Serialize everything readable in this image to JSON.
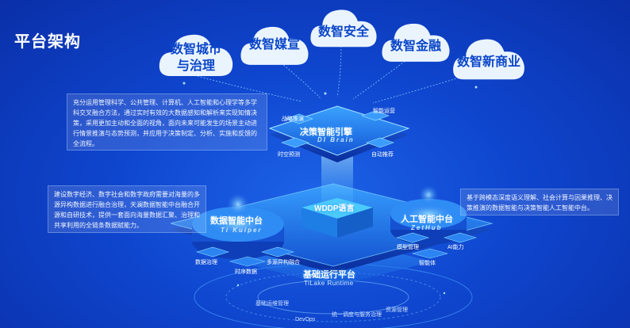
{
  "page_title": "平台架构",
  "clouds": [
    {
      "line1": "数智城市",
      "line2": "与治理"
    },
    {
      "line1": "数智媒宣",
      "line2": ""
    },
    {
      "line1": "数智安全",
      "line2": ""
    },
    {
      "line1": "数智金融",
      "line2": ""
    },
    {
      "line1": "数智新商业",
      "line2": ""
    }
  ],
  "top_layer": {
    "title": "决策智能引擎",
    "subtitle": "DI Brain",
    "modules": [
      "战略推演",
      "智能运营",
      "时空预测",
      "自动推荐"
    ]
  },
  "center_label": "WDDP语言",
  "left_layer": {
    "title": "数据智能中台",
    "subtitle": "Ti Kuiper",
    "chips": [
      "数据治理",
      "多源异构融合",
      "时序数据"
    ]
  },
  "right_layer": {
    "title": "人工智能中台",
    "subtitle": "ZetHub",
    "chips": [
      "模型管理",
      "AI能力",
      "智能体"
    ]
  },
  "bottom_layer": {
    "title": "基础运行平台",
    "subtitle": "TiLake Runtime",
    "labels": [
      "基础运维管理",
      "DevOps",
      "统一调度与服务治理",
      "资源管理"
    ]
  },
  "descriptions": {
    "top": "充分运用管理科学、公共管理、计算机、人工智能和心理学等多学科交叉融合方法，通过实时有效的大数据感知和解析来实现知情决策，采用更加主动和全面的视角，面向未来可能发生的场景主动进行情景推演与态势预测，并应用于决策制定、分析、实施和反馈的全流程。",
    "left": "建设数字经济、数字社会和数字政府需要对海量的多源异构数据进行融合治理，天澜数据智能中台融合开源和自研技术，提供一套面向海量数据汇聚、治理和共享利用的全链条数据赋能力。",
    "right": "基于跨模态深度语义理解、社会计算与因果推理、决策推演的数据智能与决策智能人工智能中台。"
  },
  "colors": {
    "cloud": "#e9f3ff",
    "cloud_text": "#0b46c8",
    "accent": "#41d7ff"
  }
}
